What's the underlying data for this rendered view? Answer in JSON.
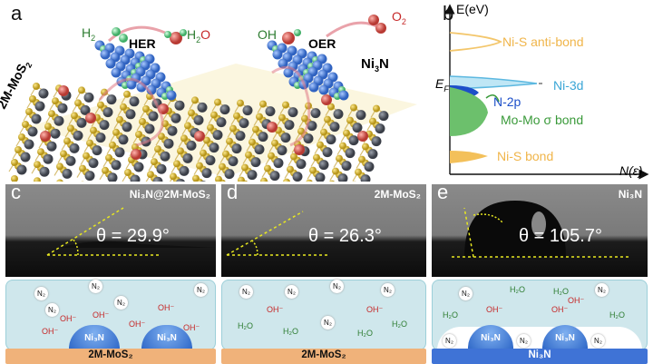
{
  "panel_a": {
    "letter": "a",
    "mos2": "2M-MoS",
    "mos2_sub": "2",
    "ni3n": "Ni",
    "ni3n_sub": "3",
    "ni3n_end": "N",
    "h2": "H",
    "h2_sub": "2",
    "her": "HER",
    "h2o_left": "H",
    "h2o_left_sub": "2",
    "h2o_left_end": "O",
    "oh": "OH",
    "oer": "OER",
    "o2": "O",
    "o2_sub": "2"
  },
  "panel_b": {
    "letter": "b",
    "y_axis": "E(eV)",
    "x_axis": "N(ε)",
    "fermi": "E",
    "fermi_sub": "F",
    "antibond": "Ni-S anti-bond",
    "ni3d": "Ni-3d",
    "n2p": "N-2p",
    "mo_bond": "Mo-Mo σ bond",
    "nis_bond": "Ni-S bond"
  },
  "panel_c": {
    "letter": "c",
    "title": "Ni₃N@2M-MoS₂",
    "angle": "θ = 29.9°"
  },
  "panel_d": {
    "letter": "d",
    "title": "2M-MoS₂",
    "angle": "θ = 26.3°"
  },
  "panel_e": {
    "letter": "e",
    "title": "Ni₃N",
    "angle": "θ = 105.7°"
  },
  "schemes": {
    "n2": "N₂",
    "oh": "OH⁻",
    "h2o": "H₂O",
    "ni3n": "Ni₃N",
    "base_c": "2M-MoS₂",
    "base_d": "2M-MoS₂",
    "base_e": "Ni₃N"
  },
  "colors": {
    "sulfur": "#d9b92a",
    "molybdenum": "#5a5f6a",
    "nickel": "#4f86e0",
    "oxygen": "#d9534f",
    "hydrogen": "#6fcf8f",
    "mos2_base": "#f0b27a",
    "ni3n_base": "#3f73d6",
    "antibond": "#f3c66b",
    "mo_mo": "#4caf50",
    "ni3d": "#5cb8e0"
  }
}
